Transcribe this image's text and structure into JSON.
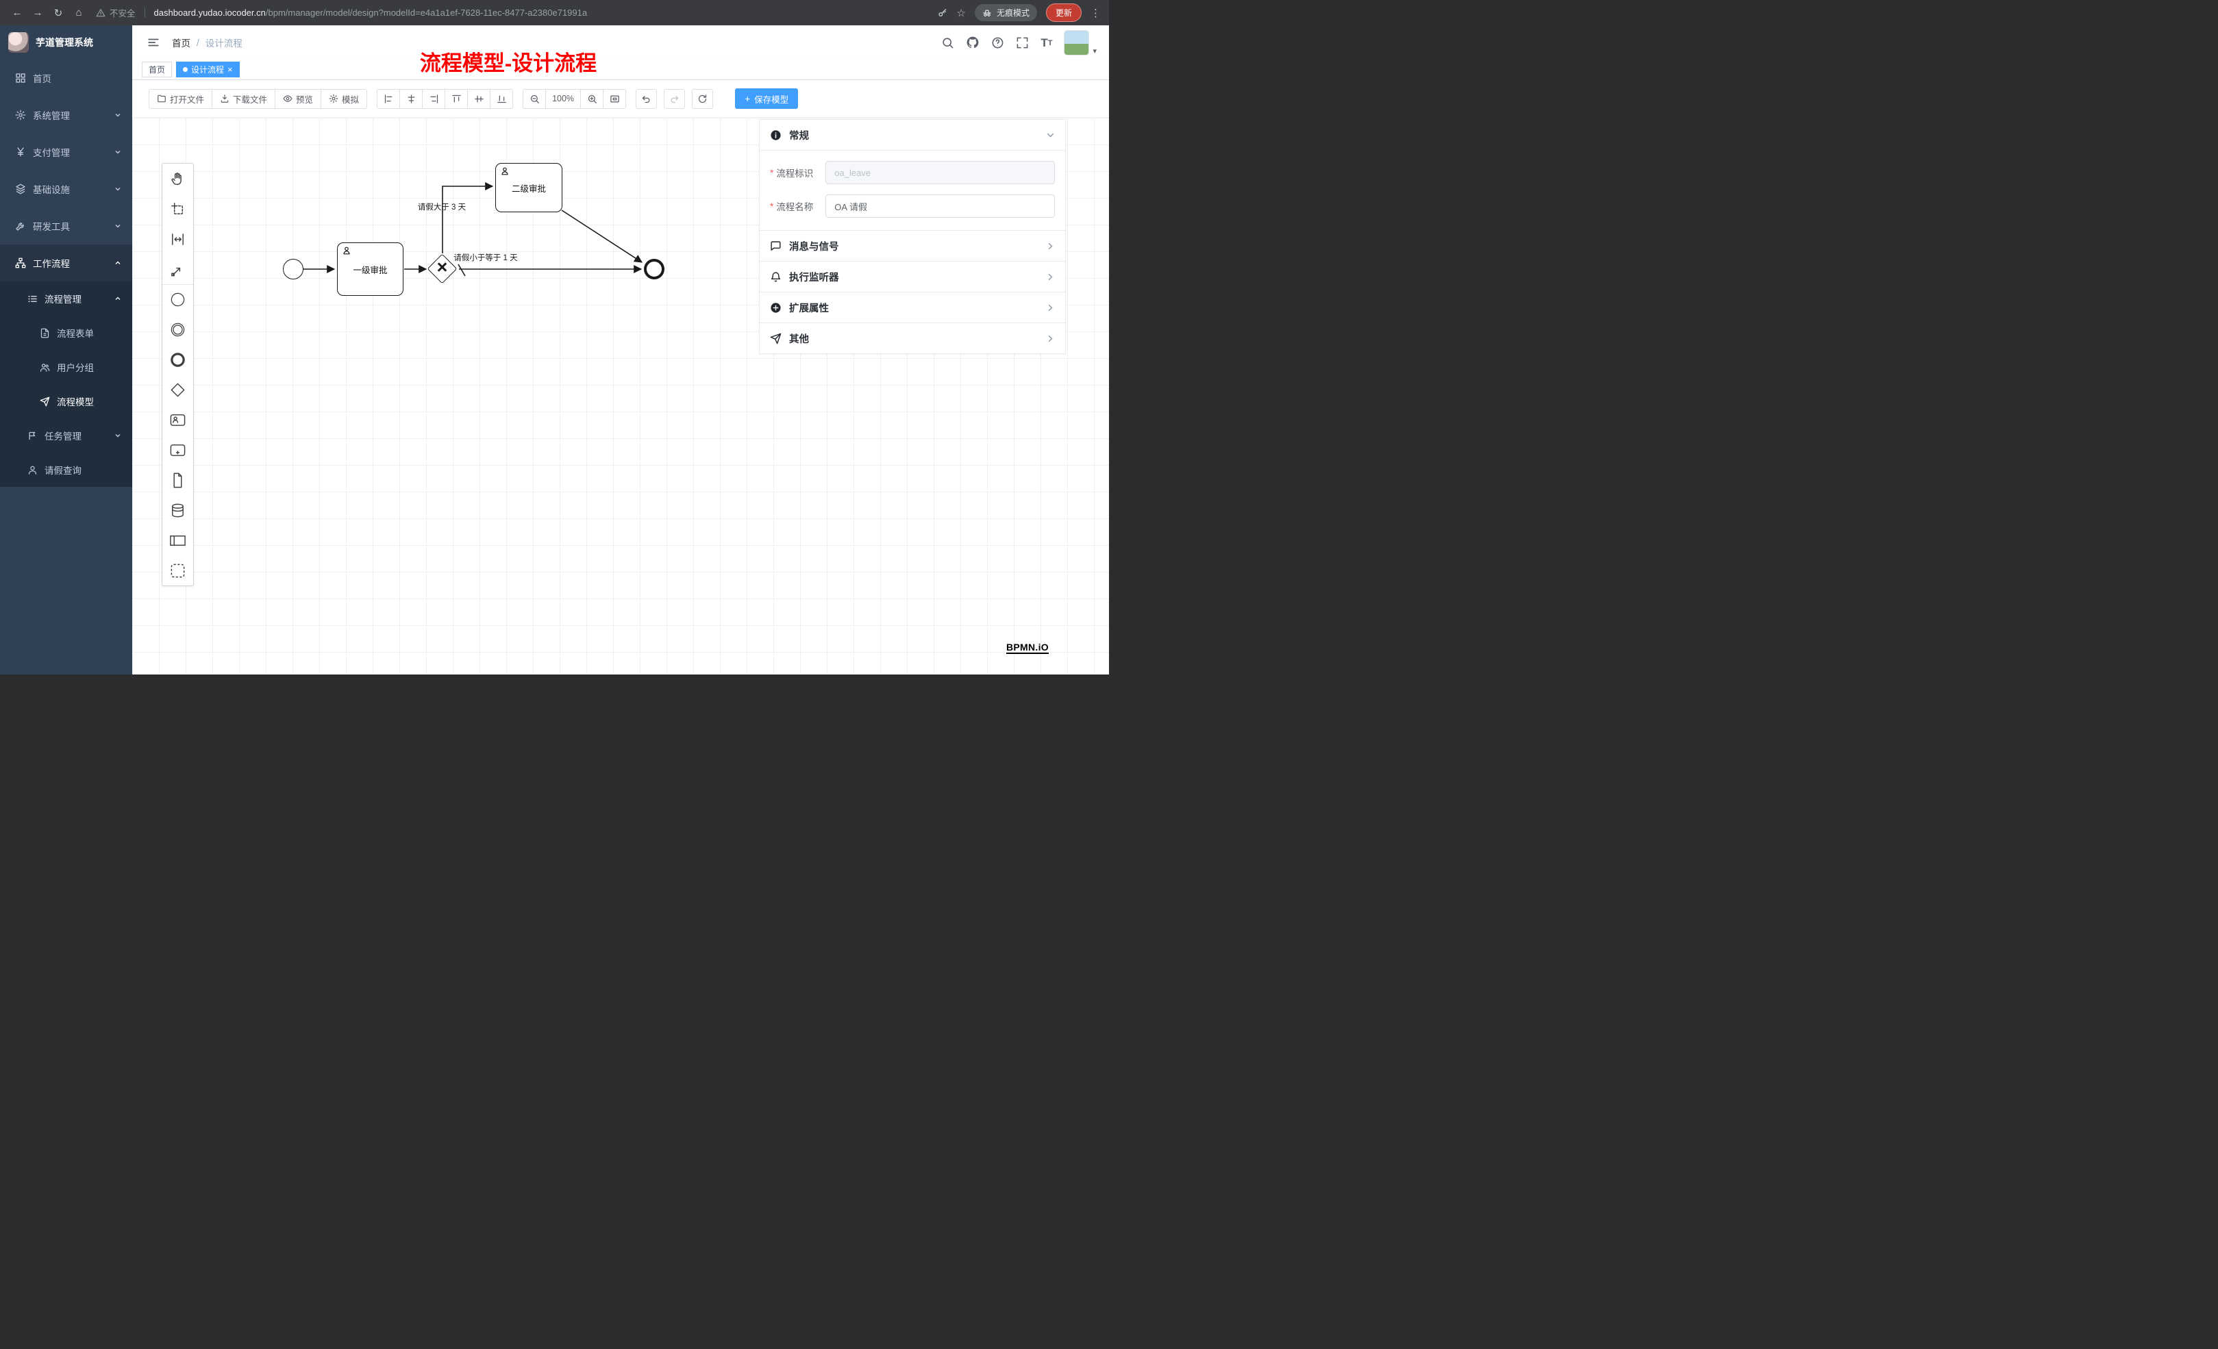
{
  "browser": {
    "security_label": "不安全",
    "url_domain": "dashboard.yudao.iocoder.cn",
    "url_path": "/bpm/manager/model/design?modelId=e4a1a1ef-7628-11ec-8477-a2380e71991a",
    "incognito_label": "无痕模式",
    "update_label": "更新"
  },
  "icons": {
    "back": "←",
    "forward": "→",
    "reload": "↻",
    "home": "⌂",
    "star": "☆",
    "menu_dots": "⋮",
    "close": "×",
    "caret_down": "▾",
    "gateway_x": "×",
    "font_size_big": "T",
    "font_size_small": "T",
    "plus": "+"
  },
  "sidebar": {
    "app_title": "芋道管理系统",
    "items": [
      {
        "label": "首页"
      },
      {
        "label": "系统管理"
      },
      {
        "label": "支付管理"
      },
      {
        "label": "基础设施"
      },
      {
        "label": "研发工具"
      },
      {
        "label": "工作流程"
      },
      {
        "label": "流程管理"
      },
      {
        "label": "流程表单"
      },
      {
        "label": "用户分组"
      },
      {
        "label": "流程模型"
      },
      {
        "label": "任务管理"
      },
      {
        "label": "请假查询"
      }
    ]
  },
  "header": {
    "breadcrumb_home": "首页",
    "breadcrumb_separator": "/",
    "breadcrumb_current": "设计流程",
    "banner": "流程模型-设计流程"
  },
  "tabs": [
    {
      "label": "首页"
    },
    {
      "label": "设计流程"
    }
  ],
  "toolbar": {
    "open_file": "打开文件",
    "download_file": "下载文件",
    "preview": "预览",
    "simulate": "模拟",
    "zoom_level": "100%",
    "save_model": "保存模型"
  },
  "panel": {
    "general_title": "常规",
    "required_mark": "*",
    "process_key_label": "流程标识",
    "process_key_value": "oa_leave",
    "process_name_label": "流程名称",
    "process_name_value": "OA 请假",
    "messages_title": "消息与信号",
    "listeners_title": "执行监听器",
    "extensions_title": "扩展属性",
    "other_title": "其他"
  },
  "diagram": {
    "task_level1": "一级审批",
    "task_level2": "二级审批",
    "flow_gt3": "请假大于 3 天",
    "flow_le1": "请假小于等于 1 天"
  },
  "watermark": "BPMN.iO",
  "colors": {
    "accent": "#409eff",
    "banner_red": "#fd0100",
    "sidebar_bg": "#304156",
    "sidebar_sub_bg": "#1f2d3d"
  }
}
